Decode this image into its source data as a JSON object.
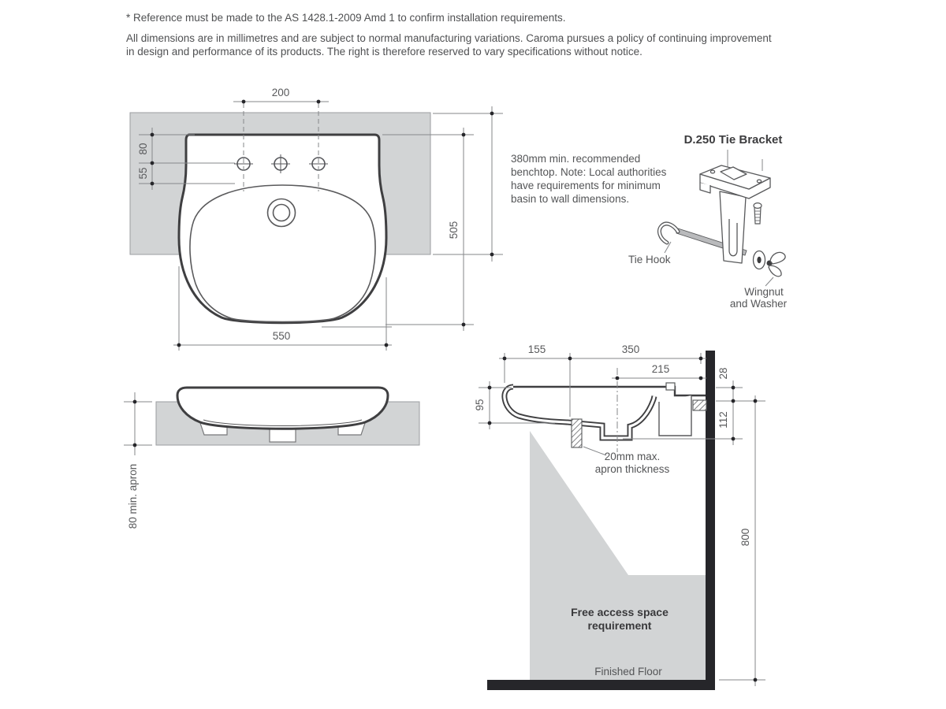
{
  "notes": {
    "reference": "* Reference must be made to the AS 1428.1-2009 Amd 1 to confirm installation requirements.",
    "variations_line1": "All dimensions are in millimetres and are subject to normal manufacturing variations. Caroma pursues a policy of continuing improvement",
    "variations_line2": "in design and performance of its products. The right is therefore reserved to vary specifications without notice."
  },
  "plan_view": {
    "dim_tap_spacing": "200",
    "dim_tap_setback": "80",
    "dim_tap_to_bowl": "55",
    "dim_depth": "505",
    "dim_width": "550"
  },
  "benchtop_note": {
    "line1": "380mm min. recommended",
    "line2": "benchtop. Note: Local authorities",
    "line3": "have requirements for minimum",
    "line4": "basin to wall dimensions."
  },
  "tie_bracket": {
    "title": "D.250 Tie Bracket",
    "tie_hook_label": "Tie Hook",
    "wingnut_line1": "Wingnut",
    "wingnut_line2": "and Washer"
  },
  "front_view": {
    "apron_dim": "80 min. apron"
  },
  "section_view": {
    "dim_lip_to_apron": "155",
    "dim_apron_to_wall": "350",
    "dim_drain_to_wall": "215",
    "dim_rim_drop": "28",
    "dim_front_height": "95",
    "dim_under_rim": "112",
    "dim_floor_clearance": "800",
    "apron_note_line1": "20mm max.",
    "apron_note_line2": "apron thickness",
    "free_access_line1": "Free access space",
    "free_access_line2": "requirement",
    "finished_floor": "Finished Floor"
  },
  "colors": {
    "surface_fill": "#d2d4d5",
    "outline": "#3f3f41",
    "dim_line": "#85878a",
    "text": "#58595b",
    "wall_black": "#26262a"
  }
}
